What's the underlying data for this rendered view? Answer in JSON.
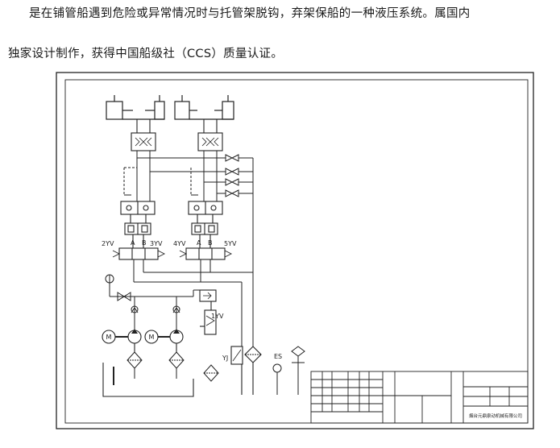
{
  "paragraph": {
    "line1": "是在铺管船遇到危险或异常情况时与托管架脱钩，弃架保船的一种液压系统。属国内",
    "line2": "独家设计制作，获得中国船级社（CCS）质量认证。"
  },
  "schematic": {
    "labels": {
      "2yv": "2YV",
      "3yv": "3YV",
      "4yv": "4YV",
      "5yv": "5YV",
      "1yv": "1YV",
      "yj": "YJ",
      "es": "ES",
      "a_left": "A",
      "b_left": "B",
      "a_right": "A",
      "b_right": "B",
      "motor_left": "M",
      "motor_right": "M"
    },
    "title_block": {
      "company": "烟台元鼎泉动机械有限公司"
    }
  }
}
